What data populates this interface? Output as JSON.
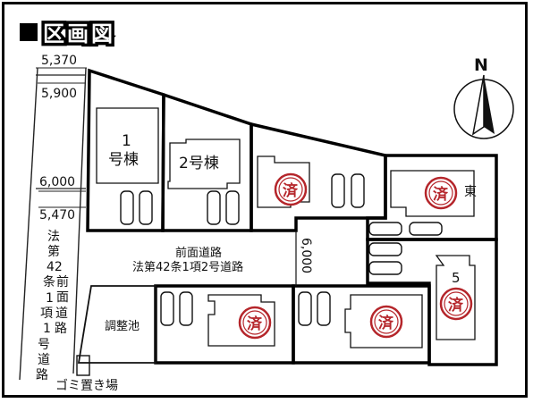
{
  "title": "区画図",
  "north": {
    "label": "N"
  },
  "dimensions": {
    "d1": "5,370",
    "d2": "5,900",
    "d3": "6,000",
    "d4": "5,470",
    "d5": "6,000"
  },
  "side_road": {
    "label": "法第42条1項1号道路"
  },
  "side_road_lines": {
    "l1": "法",
    "l2": "第",
    "l3": "42",
    "l4": "条",
    "l5": "1",
    "l6": "項",
    "l7": "1",
    "l8": "号",
    "l9": "道",
    "l10": "路",
    "m1": "前",
    "m2": "面",
    "m3": "道",
    "m4": "路"
  },
  "front_road": {
    "line1": "前面道路",
    "line2": "法第42条1項2号道路"
  },
  "lots": {
    "lot1_a": "1",
    "lot1_b": "号棟",
    "lot2": "2号棟",
    "east_char": "東",
    "lot5": "5"
  },
  "sold_stamp": "済",
  "adjustment_pond": "調整池",
  "garbage_area": "ゴミ置き場"
}
